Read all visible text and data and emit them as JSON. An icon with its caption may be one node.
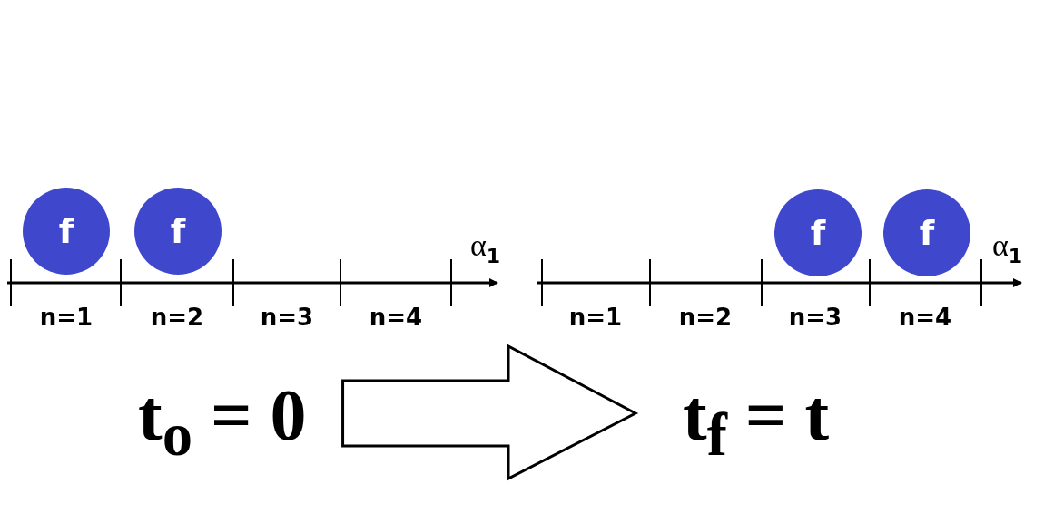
{
  "diagram": {
    "nodes": [
      {
        "text": [
          "f"
        ]
      },
      {
        "text": [
          "f"
        ]
      },
      {
        "text": [
          "f"
        ]
      },
      {
        "text": [
          "f"
        ]
      },
      {
        "text": [
          "t$_{o}$ = 0"
        ]
      },
      {
        "text": [
          "t$_{f}$ = t"
        ]
      }
    ],
    "edges": [
      {
        "from": 4,
        "to": 5,
        "arrow": "to"
      }
    ],
    "labels": [
      "α$_{1}$",
      "n=1",
      "n=2",
      "n=3",
      "n=4",
      "α$_{1}$",
      "n=1",
      "n=2",
      "n=3",
      "n=4"
    ]
  }
}
